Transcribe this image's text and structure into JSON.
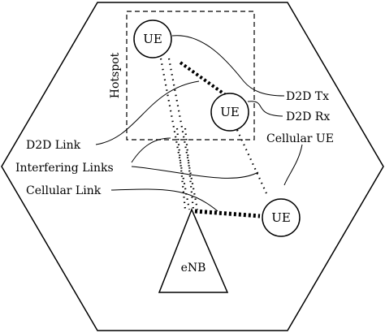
{
  "hotspot_label": "Hotspot",
  "ues": {
    "tx": "UE",
    "rx": "UE",
    "cellular": "UE"
  },
  "enb_label": "eNB",
  "callouts": {
    "d2d_tx": "D2D Tx",
    "d2d_rx": "D2D Rx",
    "cellular_ue": "Cellular UE",
    "d2d_link": "D2D Link",
    "interfering_links": "Interfering Links",
    "cellular_link": "Cellular Link"
  }
}
